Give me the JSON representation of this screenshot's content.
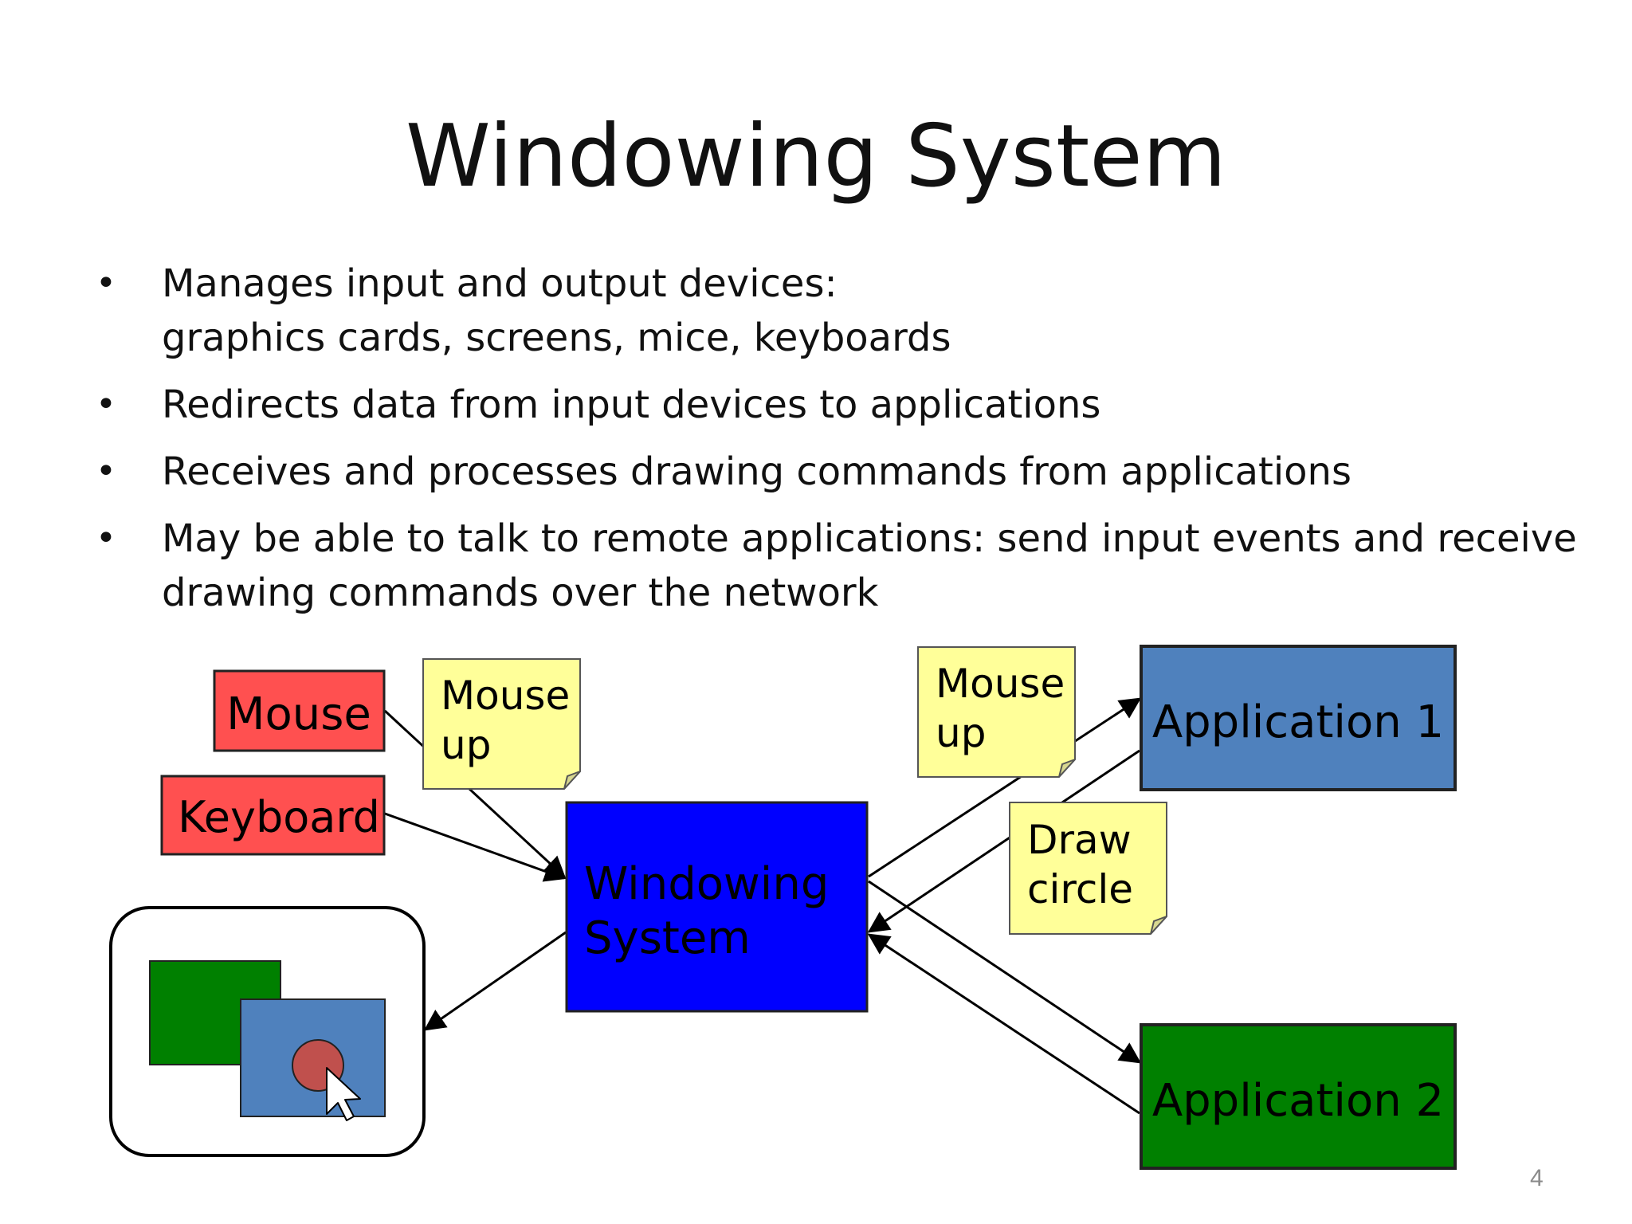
{
  "slide": {
    "title": "Windowing System",
    "bullets": [
      {
        "lines": [
          "Manages input and output devices:",
          "graphics cards, screens, mice, keyboards"
        ]
      },
      {
        "lines": [
          "Redirects data from input devices to applications"
        ]
      },
      {
        "lines": [
          "Receives and processes drawing commands from applications"
        ]
      },
      {
        "lines": [
          "May be able to talk to remote applications: send input events and receive",
          "drawing commands over the network"
        ]
      }
    ],
    "page_number": "4"
  },
  "diagram": {
    "mouse": {
      "label": "Mouse"
    },
    "keyboard": {
      "label": "Keyboard"
    },
    "windowing_system": {
      "lines": [
        "Windowing",
        "System"
      ]
    },
    "application_1": {
      "label": "Application 1"
    },
    "application_2": {
      "label": "Application 2"
    },
    "note_mouse_up_left": {
      "lines": [
        "Mouse",
        "up"
      ]
    },
    "note_mouse_up_right": {
      "lines": [
        "Mouse",
        "up"
      ]
    },
    "note_draw_circle": {
      "lines": [
        "Draw",
        "circle"
      ]
    }
  },
  "colors": {
    "input_device": "#ff5050",
    "windowing_system": "#0000ff",
    "application_1": "#4f81bd",
    "application_2": "#008000",
    "sticky_note": "#ffff99",
    "screen_window_back": "#008000",
    "screen_window_front": "#4f81bd",
    "screen_circle": "#c0504d"
  },
  "icons": [
    "bullet-dot",
    "mouse-cursor-icon"
  ]
}
